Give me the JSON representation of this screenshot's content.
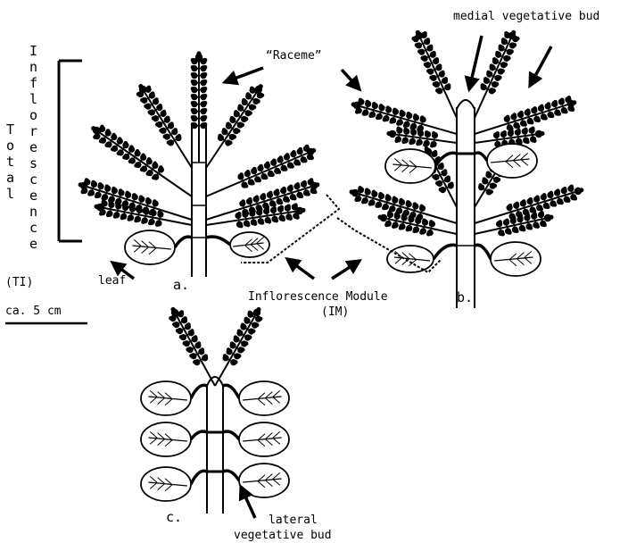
{
  "labels": {
    "raceme": "“Raceme”",
    "medial_bud": "medial vegetative bud",
    "total": "Total",
    "inflorescence": "Inflorescence",
    "ti": "(TI)",
    "leaf": "leaf",
    "scale": "ca. 5 cm",
    "im_line1": "Inflorescence Module",
    "im_line2": "(IM)",
    "lateral_bud_line1": "lateral",
    "lateral_bud_line2": "vegetative bud",
    "panel_a": "a.",
    "panel_b": "b.",
    "panel_c": "c."
  },
  "colors": {
    "ink": "#000000",
    "paper": "#ffffff"
  }
}
